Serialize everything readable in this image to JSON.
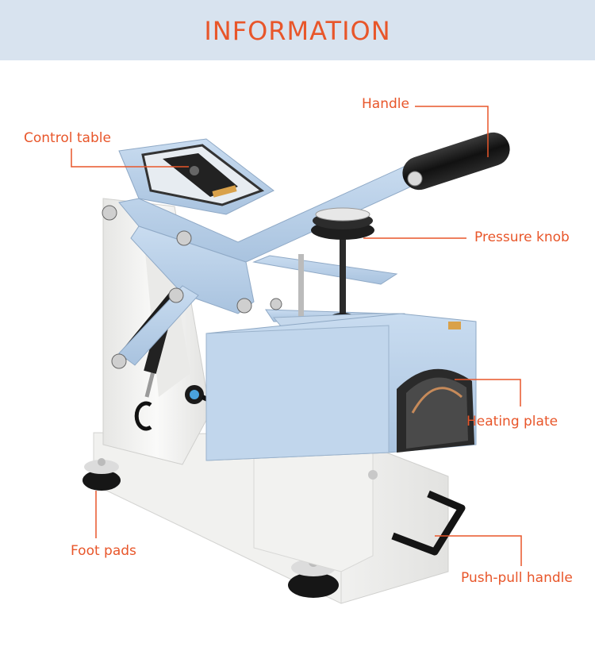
{
  "header": {
    "title": "INFORMATION"
  },
  "labels": {
    "handle": "Handle",
    "control_table": "Control table",
    "pressure_knob": "Pressure knob",
    "heating_plate": "Heating plate",
    "foot_pads": "Foot pads",
    "push_pull_handle": "Push-pull handle"
  },
  "colors": {
    "header_bg": "#d8e3ef",
    "accent": "#e8562a",
    "machine_blue": "#b9d1ea",
    "machine_white": "#f3f3f1"
  }
}
